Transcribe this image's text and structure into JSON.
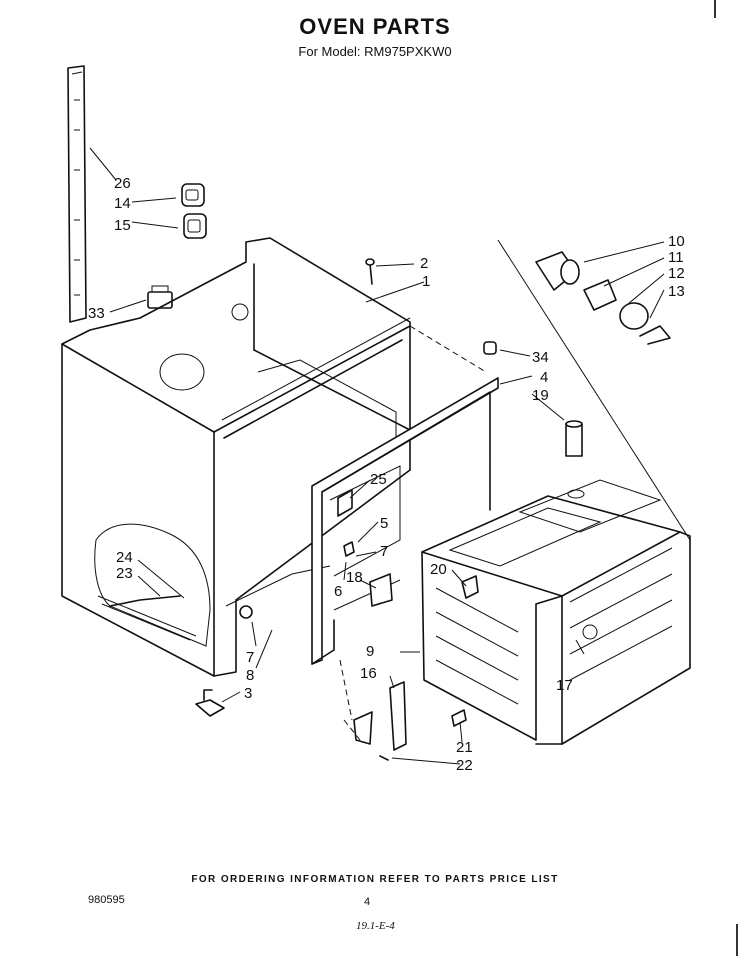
{
  "title": "OVEN PARTS",
  "subtitle": "For Model: RM975PXKW0",
  "footer_note": "FOR ORDERING INFORMATION REFER TO PARTS PRICE LIST",
  "doc_number": "980595",
  "page_number": "4",
  "ref_code": "19.1-E-4",
  "callouts": {
    "c1": "1",
    "c2": "2",
    "c3": "3",
    "c4": "4",
    "c5": "5",
    "c6": "6",
    "c7": "7",
    "c8": "8",
    "c9": "9",
    "c10": "10",
    "c11": "11",
    "c12": "12",
    "c13": "13",
    "c14": "14",
    "c15": "15",
    "c16": "16",
    "c17": "17",
    "c18": "18",
    "c19": "19",
    "c20": "20",
    "c21": "21",
    "c22": "22",
    "c23": "23",
    "c24": "24",
    "c25": "25",
    "c26": "26",
    "c33": "33",
    "c34": "34"
  }
}
